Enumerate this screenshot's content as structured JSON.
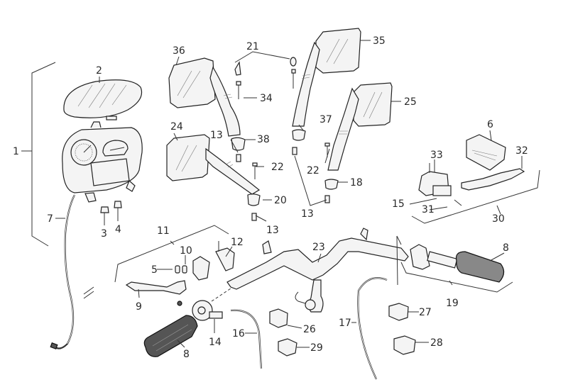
{
  "diagram": {
    "type": "exploded-parts-diagram",
    "subject": "Handlebar, instrument cluster and mirrors assembly",
    "callouts": [
      {
        "id": "1",
        "part": "instrument-cluster-assembly"
      },
      {
        "id": "2",
        "part": "instrument-cover-lens"
      },
      {
        "id": "3",
        "part": "cluster-bulb-holder"
      },
      {
        "id": "4",
        "part": "cluster-bulb-holder"
      },
      {
        "id": "5",
        "part": "lever-pin"
      },
      {
        "id": "6",
        "part": "master-cylinder-cover"
      },
      {
        "id": "7",
        "part": "speedometer-cable"
      },
      {
        "id": "8a",
        "label": "8",
        "part": "left-grip"
      },
      {
        "id": "8b",
        "label": "8",
        "part": "right-grip"
      },
      {
        "id": "9",
        "part": "left-brake-lever"
      },
      {
        "id": "10",
        "part": "lever-pivot-bolt"
      },
      {
        "id": "11",
        "part": "left-lever-assembly"
      },
      {
        "id": "12",
        "part": "lever-clamp"
      },
      {
        "id": "13a",
        "label": "13",
        "part": "mirror-pin"
      },
      {
        "id": "13b",
        "label": "13",
        "part": "mirror-pin"
      },
      {
        "id": "13c",
        "label": "13",
        "part": "mirror-pin"
      },
      {
        "id": "14",
        "part": "throttle-housing"
      },
      {
        "id": "15",
        "part": "master-cylinder-reservoir"
      },
      {
        "id": "16",
        "part": "throttle-cable"
      },
      {
        "id": "17",
        "part": "brake-cable"
      },
      {
        "id": "18",
        "part": "mirror-base"
      },
      {
        "id": "19",
        "part": "throttle-grip-assembly"
      },
      {
        "id": "20",
        "part": "mirror-base"
      },
      {
        "id": "21",
        "part": "mirror-cap"
      },
      {
        "id": "22a",
        "label": "22",
        "part": "mirror-bolt"
      },
      {
        "id": "22b",
        "label": "22",
        "part": "mirror-bolt"
      },
      {
        "id": "23",
        "part": "handlebar"
      },
      {
        "id": "24",
        "part": "left-mirror"
      },
      {
        "id": "25",
        "part": "right-mirror"
      },
      {
        "id": "26",
        "part": "switch"
      },
      {
        "id": "27",
        "part": "switch"
      },
      {
        "id": "28",
        "part": "switch"
      },
      {
        "id": "29",
        "part": "switch"
      },
      {
        "id": "30",
        "part": "right-brake-master-cylinder-assembly"
      },
      {
        "id": "31",
        "part": "brake-light-switch"
      },
      {
        "id": "32",
        "part": "right-brake-lever"
      },
      {
        "id": "33",
        "part": "reservoir-screw"
      },
      {
        "id": "34",
        "part": "mirror-bolt"
      },
      {
        "id": "35",
        "part": "right-mirror-alt"
      },
      {
        "id": "36",
        "part": "left-mirror-alt"
      },
      {
        "id": "37",
        "part": "mirror-base"
      },
      {
        "id": "38",
        "part": "mirror-base"
      }
    ]
  }
}
